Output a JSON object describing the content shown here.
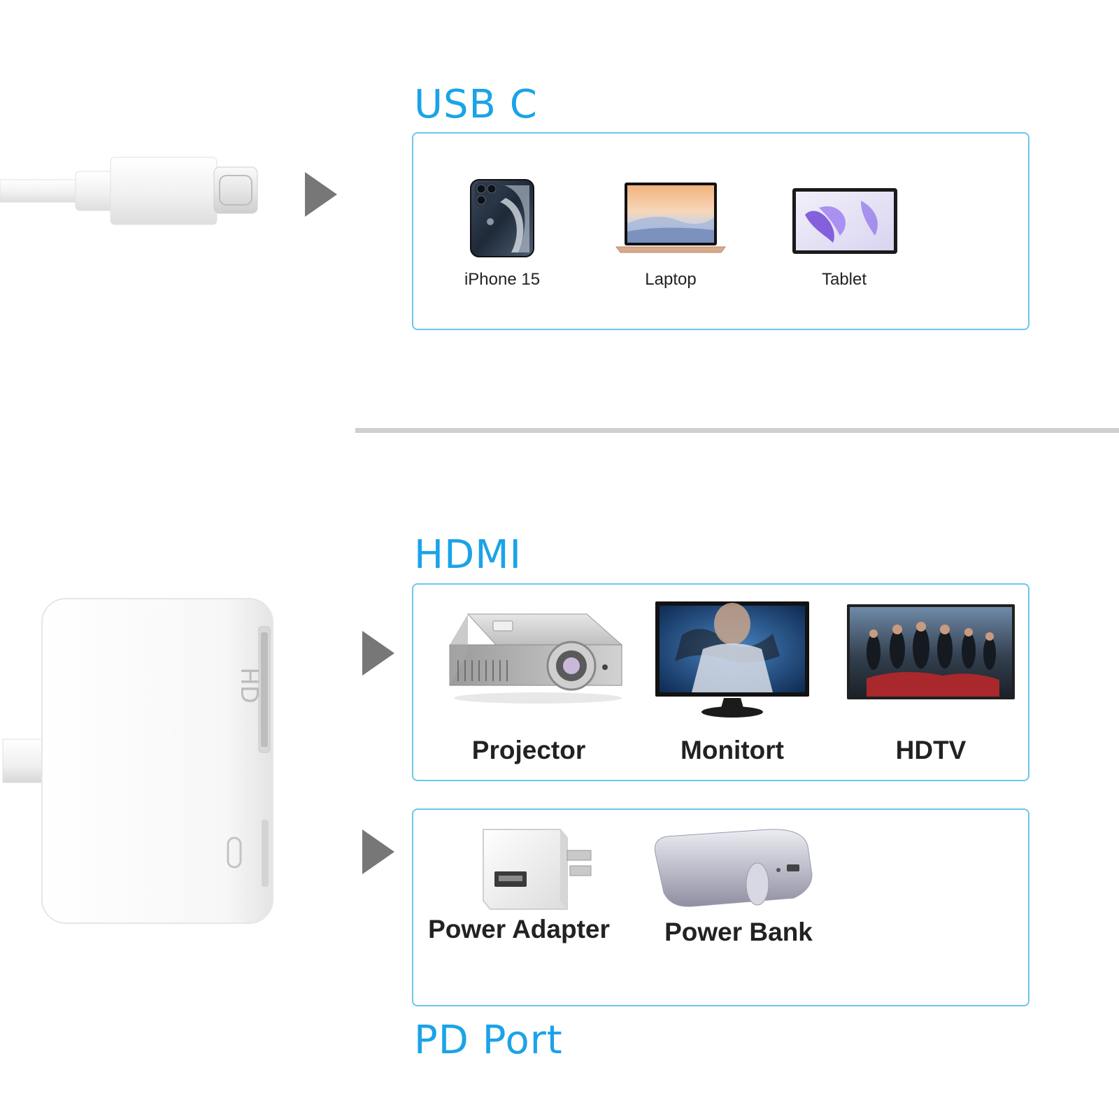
{
  "usb_c": {
    "title": "USB C",
    "devices": [
      {
        "label": "iPhone 15",
        "icon": "smartphone-icon"
      },
      {
        "label": "Laptop",
        "icon": "laptop-icon"
      },
      {
        "label": "Tablet",
        "icon": "tablet-icon"
      }
    ]
  },
  "hdmi": {
    "title": "HDMI",
    "port_marking": "HD",
    "devices": [
      {
        "label": "Projector",
        "icon": "projector-icon"
      },
      {
        "label": "Monitort",
        "icon": "monitor-icon"
      },
      {
        "label": "HDTV",
        "icon": "tv-icon"
      }
    ]
  },
  "pd_port": {
    "title": "PD Port",
    "devices": [
      {
        "label": "Power Adapter",
        "icon": "power-adapter-icon"
      },
      {
        "label": "Power Bank",
        "icon": "power-bank-icon"
      }
    ]
  },
  "colors": {
    "accent": "#1aa3e8",
    "panel_border": "#6cc6ea",
    "arrow": "#777777"
  }
}
